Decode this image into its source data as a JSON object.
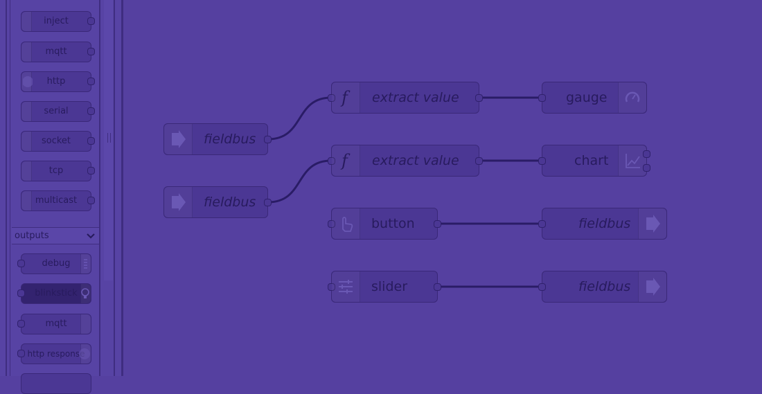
{
  "palette": {
    "input_nodes": [
      "inject",
      "mqtt",
      "http",
      "serial",
      "socket",
      "tcp",
      "multicast"
    ],
    "outputs_section_label": "outputs",
    "output_nodes": [
      "debug",
      "blinkstick",
      "mqtt",
      "http response"
    ]
  },
  "flow": {
    "nodes": {
      "fieldbus_in_1": "fieldbus",
      "fieldbus_in_2": "fieldbus",
      "extract_1": "extract value",
      "extract_2": "extract value",
      "gauge": "gauge",
      "chart": "chart",
      "button": "button",
      "slider": "slider",
      "fieldbus_out_1": "fieldbus",
      "fieldbus_out_2": "fieldbus"
    }
  },
  "icons": {
    "function": "function-icon",
    "arrow": "arrow-right-icon",
    "gauge": "gauge-icon",
    "chart": "chart-icon",
    "button": "hand-pointer-icon",
    "slider": "sliders-icon",
    "globe": "globe-icon",
    "bulb": "lightbulb-icon"
  },
  "colors": {
    "canvas": "#5540a0",
    "node": "#4b3794",
    "wire": "#2a1c66"
  }
}
